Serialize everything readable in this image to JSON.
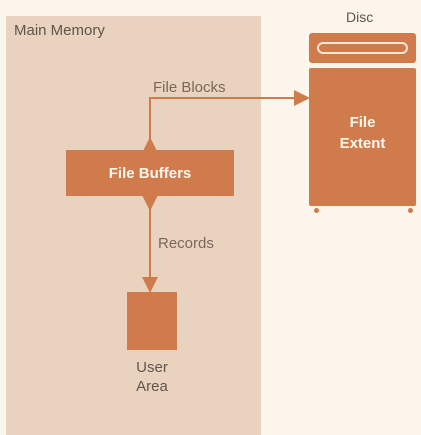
{
  "main_memory": {
    "title": "Main Memory",
    "file_buffers_label": "File Buffers",
    "user_area_label": "User\nArea",
    "records_label": "Records"
  },
  "disc": {
    "title": "Disc",
    "extent_label": "File\nExtent"
  },
  "connections": {
    "file_blocks_label": "File Blocks"
  },
  "colors": {
    "panel": "#ead3be",
    "accent": "#cf7b4c",
    "background": "#fbf5ec",
    "text": "#5f554d"
  }
}
